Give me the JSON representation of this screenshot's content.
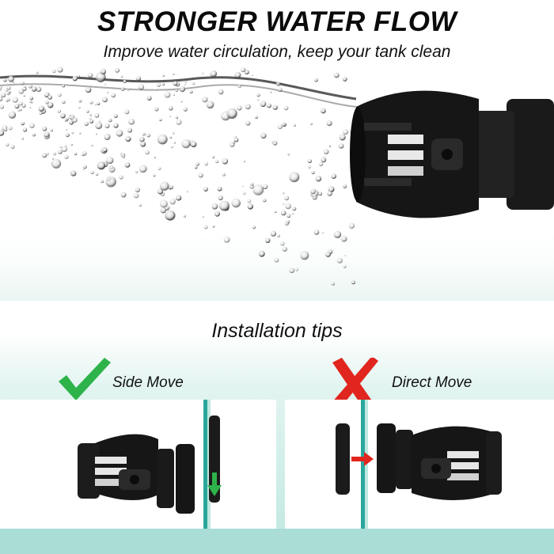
{
  "header": {
    "title": "STRONGER WATER FLOW",
    "subtitle": "Improve water circulation, keep your tank clean"
  },
  "installation": {
    "title": "Installation tips",
    "good": {
      "label": "Side Move",
      "icon": "check-icon",
      "color": "#2db34a"
    },
    "bad": {
      "label": "Direct Move",
      "icon": "cross-icon",
      "color": "#e0261f"
    }
  },
  "colors": {
    "glass": "#2aa79d",
    "pump": "#151515",
    "band": "#a9ddd5"
  }
}
